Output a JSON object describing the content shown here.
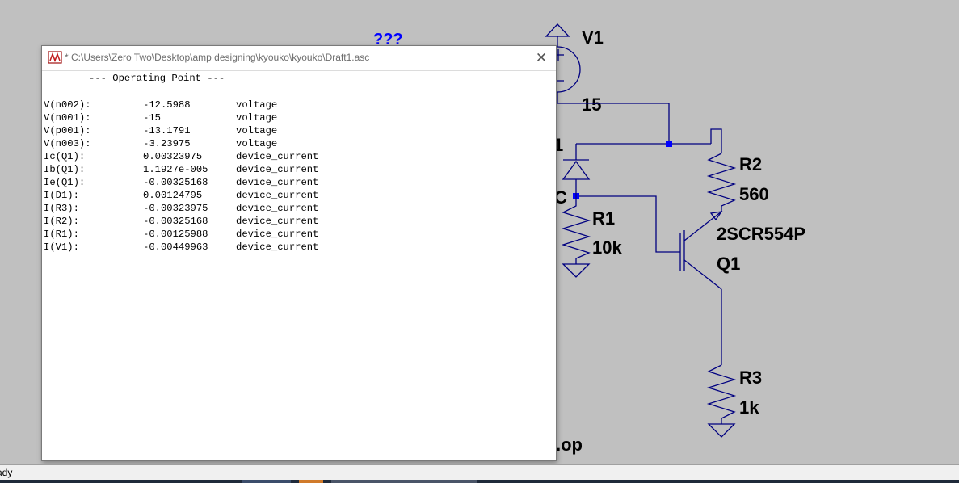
{
  "schematic": {
    "question_marks": "???",
    "labels": {
      "v1_name": "V1",
      "v1_value": "15",
      "d1_partial": "1",
      "c_partial": "C",
      "r1_name": "R1",
      "r1_value": "10k",
      "r2_name": "R2",
      "r2_value": "560",
      "q1_model": "2SCR554P",
      "q1_name": "Q1",
      "r3_name": "R3",
      "r3_value": "1k",
      "directive": ".op"
    },
    "colors": {
      "wire": "#000080",
      "junction": "#0000ff",
      "background": "#c0c0c0"
    }
  },
  "output_window": {
    "title": "* C:\\Users\\Zero Two\\Desktop\\amp designing\\kyouko\\kyouko\\Draft1.asc",
    "close_icon": "close-icon",
    "heading": "--- Operating Point ---",
    "rows": [
      {
        "name": "V(n002):",
        "value": "-12.5988",
        "type": "voltage"
      },
      {
        "name": "V(n001):",
        "value": "-15",
        "type": "voltage"
      },
      {
        "name": "V(p001):",
        "value": "-13.1791",
        "type": "voltage"
      },
      {
        "name": "V(n003):",
        "value": "-3.23975",
        "type": "voltage"
      },
      {
        "name": "Ic(Q1):",
        "value": "0.00323975",
        "type": "device_current"
      },
      {
        "name": "Ib(Q1):",
        "value": "1.1927e-005",
        "type": "device_current"
      },
      {
        "name": "Ie(Q1):",
        "value": "-0.00325168",
        "type": "device_current"
      },
      {
        "name": "I(D1):",
        "value": "0.00124795",
        "type": "device_current"
      },
      {
        "name": "I(R3):",
        "value": "-0.00323975",
        "type": "device_current"
      },
      {
        "name": "I(R2):",
        "value": "-0.00325168",
        "type": "device_current"
      },
      {
        "name": "I(R1):",
        "value": "-0.00125988",
        "type": "device_current"
      },
      {
        "name": "I(V1):",
        "value": "-0.00449963",
        "type": "device_current"
      }
    ]
  },
  "status_bar": {
    "text": "ady"
  }
}
